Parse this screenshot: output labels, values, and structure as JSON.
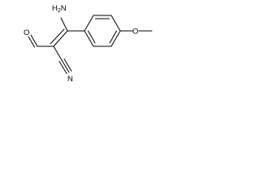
{
  "molecule": {
    "atoms": {
      "amine": {
        "main": "H",
        "sub": "2",
        "tail": "N"
      },
      "methoxy_oxygen": "O",
      "aldehyde_oxygen": "O",
      "nitrile_nitrogen": "N"
    },
    "colors": {
      "bond": "#000000",
      "label": "#000000",
      "background": "#ffffff"
    }
  }
}
